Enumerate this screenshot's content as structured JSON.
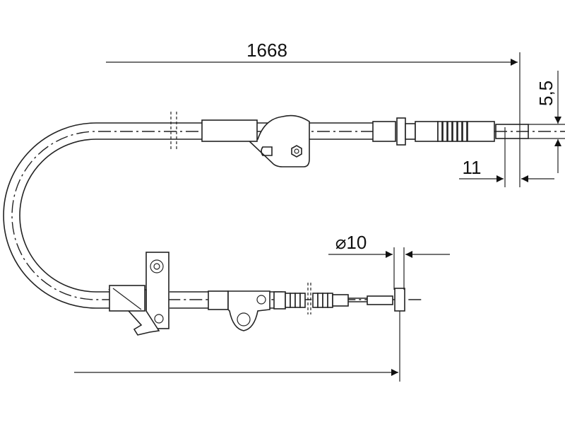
{
  "drawing": {
    "dimensions": {
      "overall_length": "1668",
      "end_offset": "5,5",
      "end_length": "11",
      "diameter": "⌀10"
    }
  }
}
